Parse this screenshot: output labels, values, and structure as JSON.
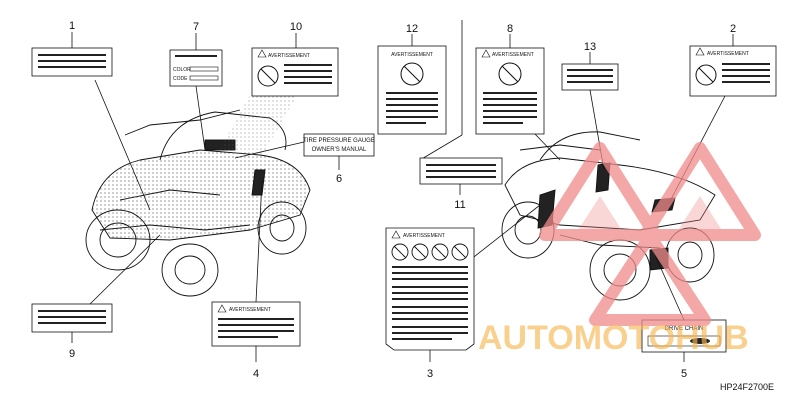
{
  "callouts": [
    "1",
    "2",
    "3",
    "4",
    "5",
    "6",
    "7",
    "8",
    "9",
    "10",
    "11",
    "12",
    "13"
  ],
  "labels": {
    "warning_en": "AVERTISSEMENT",
    "warning_fr": "AVERTISSEMENT",
    "color": "COLOR",
    "code": "CODE",
    "tire_pressure": "TIRE PRESSURE GAUGE",
    "owners_manual": "OWNER'S MANUAL",
    "drive_chain": "DRIVE CHAIN"
  },
  "diagram_code": "HP24F2700E",
  "watermark": "AUTOMOTOHUB",
  "colors": {
    "watermark": "#f08a8a",
    "ink": "#111111"
  }
}
